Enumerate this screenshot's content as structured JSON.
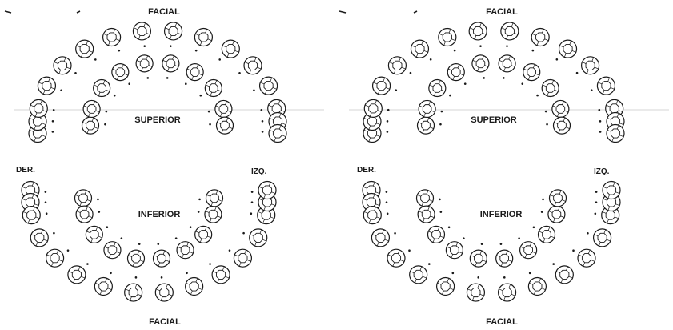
{
  "panels": [
    {
      "label_facial_top": "FACIAL",
      "label_superior": "SUPERIOR",
      "label_der": "DER.",
      "label_izq": "IZQ.",
      "label_inferior": "INFERIOR",
      "label_facial_bottom": "FACIAL"
    },
    {
      "label_facial_top": "FACIAL",
      "label_superior": "SUPERIOR",
      "label_der": "DER.",
      "label_izq": "IZQ.",
      "label_inferior": "INFERIOR",
      "label_facial_bottom": "FACIAL"
    }
  ],
  "colors": {
    "ink": "#1a1a1a",
    "guide": "#c8c8c8",
    "tooth_fill": "#ffffff"
  },
  "arches": {
    "upper_permanent_count": 16,
    "upper_primary_count": 10,
    "lower_permanent_count": 16,
    "lower_primary_count": 10
  }
}
